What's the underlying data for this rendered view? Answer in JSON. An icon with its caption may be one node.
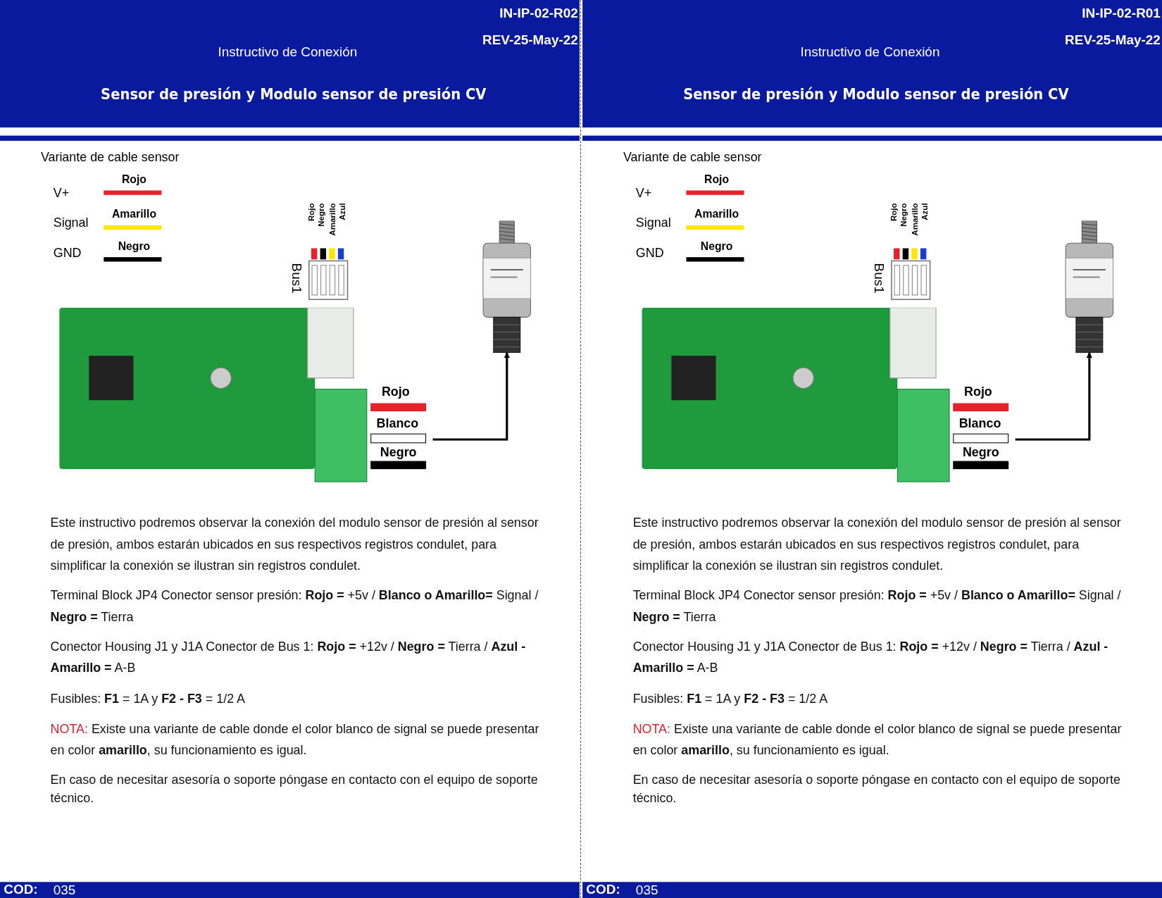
{
  "diagram": {
    "nodes": [
      {
        "text": [],
        "shape": "picture"
      },
      {
        "text": [],
        "shape": "picture"
      }
    ],
    "edges": [
      {
        "from": null,
        "to": 0,
        "arrow": "to"
      },
      {
        "from": null,
        "to": 1,
        "arrow": "to"
      }
    ],
    "labels": [
      "IN-IP-02-R02",
      "REV-25-May-22",
      "Instructivo  de Conexión",
      "Sensor de presión y Modulo sensor de presión  CV",
      "Variante de cable sensor",
      "V+",
      "Signal",
      "GND",
      "Rojo",
      "Negro",
      "Amarillo",
      "Azul",
      "Bus1",
      "Rojo",
      "Blanco",
      "Negro",
      "Este instructivo podremos observar la conexión del modulo sensor de presión al sensor de presión, ambos estarán ubicados en sus respectivos registros condulet, para simplificar la conexión se ilustran sin registros condulet.",
      "Terminal Block JP4 Conector sensor presión: **Rojo =** +5v / **Blanco o Amarillo=** Signal  / **Negro =** Tierra",
      "Conector Housing J1 y J1A Conector de Bus 1: **Rojo =** +12v  / **Negro =** Tierra / **Azul - Amarillo =** A-B",
      "Fusibles:  **F1** = 1A y **F2 - F3** = 1/2 A",
      "NOTA:",
      "Existe una variante de cable donde el color blanco de signal se puede presentar en color **amarillo**, su funcionamiento es igual.",
      "En caso de necesitar asesoría o soporte póngase en contacto con el equipo de soporte técnico.",
      "COD:",
      "035",
      "IN-IP-02-R01",
      "REV-25-May-22",
      "Instructivo  de Conexión",
      "Sensor de presión y Modulo sensor de presión CV",
      "Variante de cable sensor",
      "V+",
      "Signal",
      "GND",
      "Rojo",
      "Negro",
      "Amarillo",
      "Azul",
      "Bus1",
      "Rojo",
      "Blanco",
      "Negro",
      "Este instructivo podremos observar la conexión del modulo sensor de presión al sensor de presión, ambos estarán ubicados en sus respectivos registros condulet, para simplificar la conexión se ilustran sin registros condulet.",
      "Terminal Block JP4 Conector sensor presión: **Rojo =** +5v / **Blanco o Amarillo=** Signal  / **Negro =** Tierra",
      "Conector Housing J1 y J1A Conector de Bus 1: **Rojo =** +12v  / **Negro =** Tierra / **Azul - Amarillo =** A-B",
      "Fusibles:  **F1** = 1A y **F2 - F3** = 1/2 A",
      "NOTA:",
      "Existe una variante de cable donde el color blanco de signal se puede presentar en color **amarillo**, su funcionamiento es igual.",
      "En caso de necesitar asesoría o soporte póngase en contacto con el equipo de soporte técnico.",
      "COD:",
      "035"
    ],
    "legend": [
      {
        "text": "Rojo",
        "color": "#e8202a"
      },
      {
        "text": "Amarillo",
        "color": "#ffe600"
      },
      {
        "text": "Negro",
        "color": "#000000"
      },
      {
        "text": "Rojo",
        "color": "#e8202a"
      },
      {
        "text": "Amarillo",
        "color": "#ffe600"
      },
      {
        "text": "Negro",
        "color": "#000000"
      }
    ]
  }
}
